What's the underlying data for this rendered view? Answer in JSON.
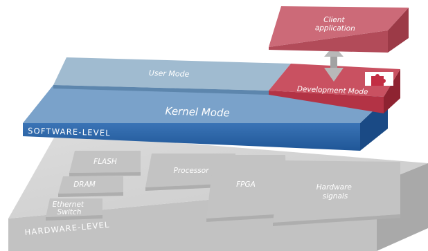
{
  "diagram": {
    "hardware": {
      "level_label": "HARDWARE-LEVEL",
      "components": {
        "flash": "FLASH",
        "dram": "DRAM",
        "ethernet_switch": [
          "Ethernet",
          "Switch"
        ],
        "processor": "Processor",
        "fpga": "FPGA",
        "hardware_signals": [
          "Hardware",
          "signals"
        ]
      }
    },
    "software": {
      "level_label": "SOFTWARE-LEVEL",
      "kernel_mode": "Kernel Mode",
      "user_mode": "User Mode",
      "development_mode": "Development Mode"
    },
    "client_application": [
      "Client",
      "application"
    ],
    "icons": {
      "plugin": "puzzle-piece-icon",
      "link": "double-headed-arrow-icon"
    },
    "colors": {
      "hardware_slab": "#d2d2d2",
      "software_slab": "#2e66a8",
      "user_mode": "#8fafc7",
      "development_mode": "#c54354",
      "client": "#c96876",
      "arrow": "#b3b3b3"
    }
  }
}
